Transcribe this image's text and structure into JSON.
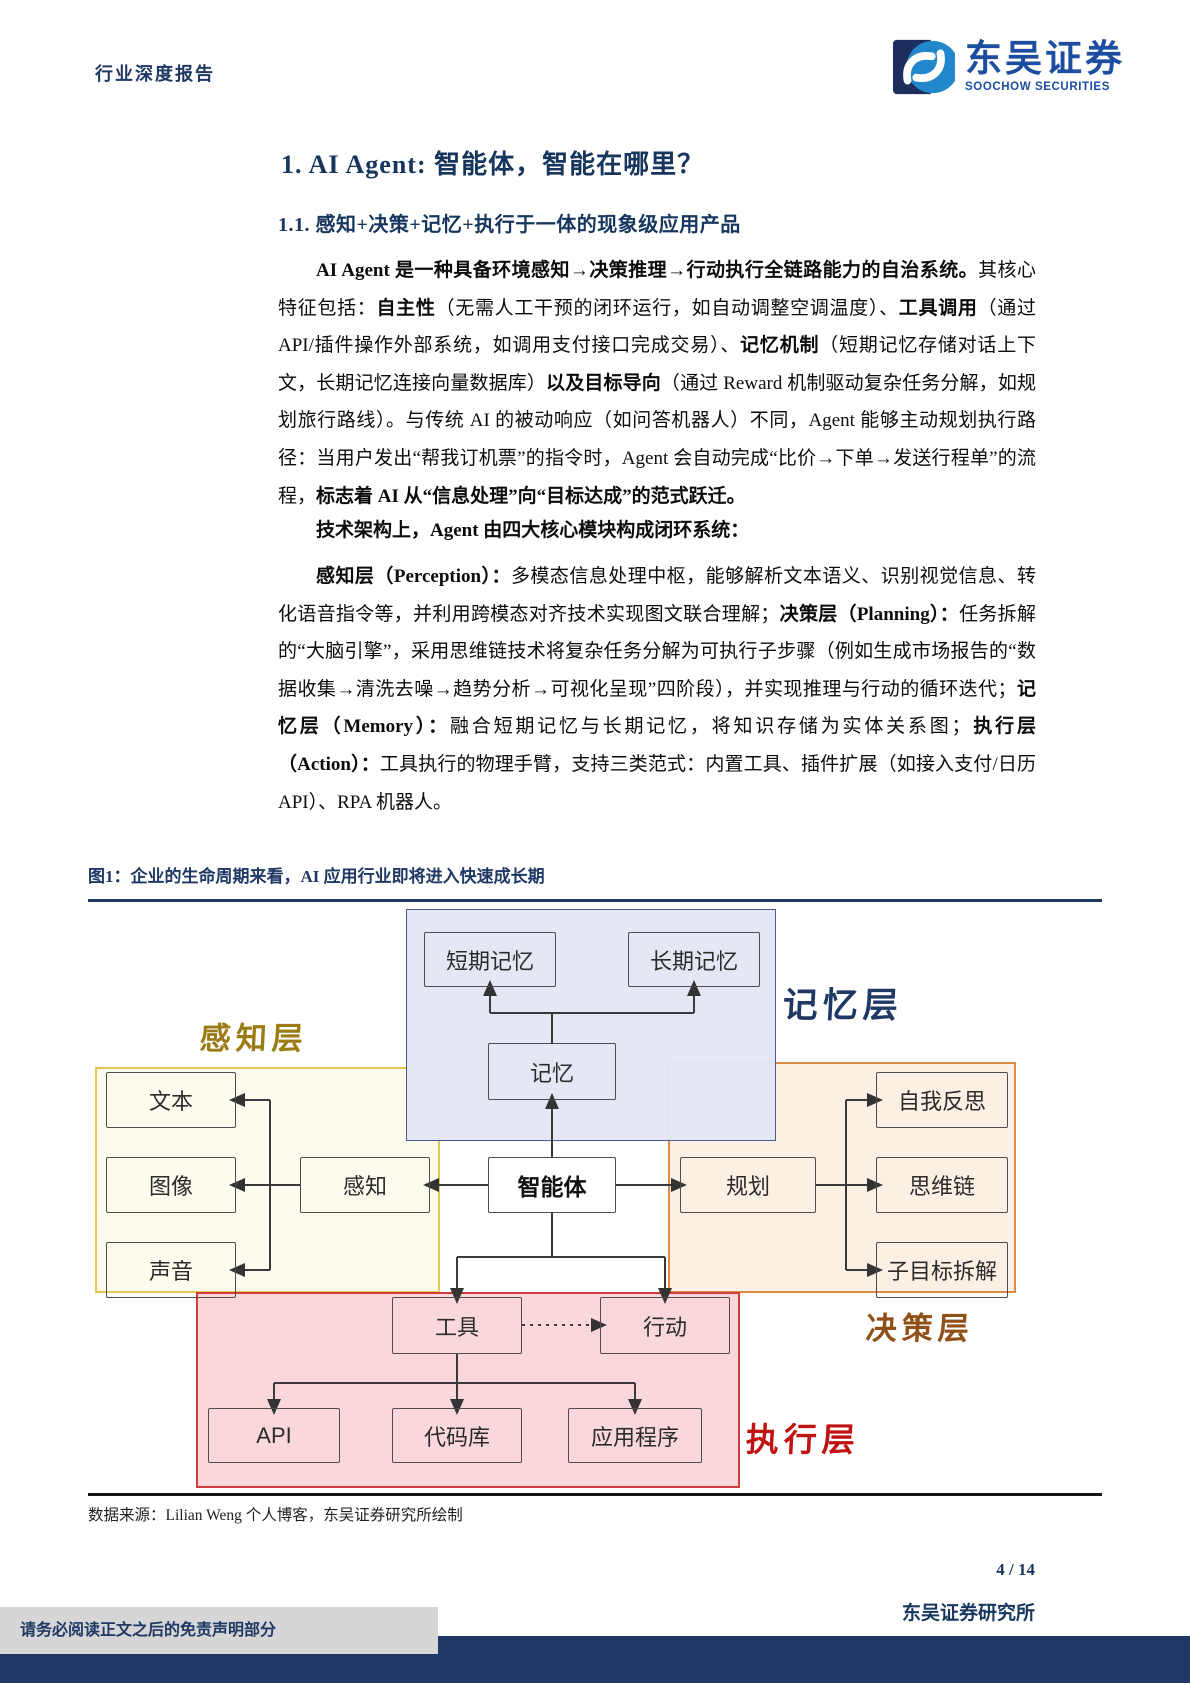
{
  "header": {
    "report_type": "行业深度报告",
    "brand": "东吴证券",
    "brand_en": "SOOCHOW SECURITIES"
  },
  "title": "1.  AI Agent:  智能体，智能在哪里？",
  "section_heading": "1.1.  感知+决策+记忆+执行于一体的现象级应用产品",
  "paragraphs": [
    {
      "segments": [
        {
          "bold": true,
          "text": "AI Agent 是一种具备环境感知→决策推理→行动执行全链路能力的自治系统。"
        },
        {
          "bold": false,
          "text": "其核心特征包括："
        },
        {
          "bold": true,
          "text": "自主性"
        },
        {
          "bold": false,
          "text": "（无需人工干预的闭环运行，如自动调整空调温度）、"
        },
        {
          "bold": true,
          "text": "工具调用"
        },
        {
          "bold": false,
          "text": "（通过 API/插件操作外部系统，如调用支付接口完成交易）、"
        },
        {
          "bold": true,
          "text": "记忆机制"
        },
        {
          "bold": false,
          "text": "（短期记忆存储对话上下文，长期记忆连接向量数据库）"
        },
        {
          "bold": true,
          "text": "以及目标导向"
        },
        {
          "bold": false,
          "text": "（通过 Reward 机制驱动复杂任务分解，如规划旅行路线）。与传统 AI 的被动响应（如问答机器人）不同，Agent 能够主动规划执行路径：当用户发出“帮我订机票”的指令时，Agent 会自动完成“比价→下单→发送行程单”的流程，"
        },
        {
          "bold": true,
          "text": "标志着 AI 从“信息处理”向“目标达成”的范式跃迁。"
        }
      ]
    },
    {
      "segments": [
        {
          "bold": true,
          "text": "技术架构上，Agent 由四大核心模块构成闭环系统："
        }
      ]
    },
    {
      "segments": [
        {
          "bold": true,
          "text": "感知层（Perception）："
        },
        {
          "bold": false,
          "text": "多模态信息处理中枢，能够解析文本语义、识别视觉信息、转化语音指令等，并利用跨模态对齐技术实现图文联合理解；"
        },
        {
          "bold": true,
          "text": "决策层（Planning）："
        },
        {
          "bold": false,
          "text": "任务拆解的“大脑引擎”，采用思维链技术将复杂任务分解为可执行子步骤（例如生成市场报告的“数据收集→清洗去噪→趋势分析→可视化呈现”四阶段），并实现推理与行动的循环迭代；"
        },
        {
          "bold": true,
          "text": "记忆层（Memory）："
        },
        {
          "bold": false,
          "text": "融合短期记忆与长期记忆，将知识存储为实体关系图；"
        },
        {
          "bold": true,
          "text": "执行层（Action）："
        },
        {
          "bold": false,
          "text": "工具执行的物理手臂，支持三类范式：内置工具、插件扩展（如接入支付/日历 API）、RPA 机器人。"
        }
      ]
    }
  ],
  "figure": {
    "caption": "图1：企业的生命周期来看，AI 应用行业即将进入快速成长期",
    "source": "数据来源：Lilian Weng 个人博客，东吴证券研究所绘制",
    "layers": {
      "perception": "感知层",
      "memory": "记忆层",
      "planning": "决策层",
      "action": "执行层"
    },
    "nodes": {
      "short_term_memory": "短期记忆",
      "long_term_memory": "长期记忆",
      "memory": "记忆",
      "text": "文本",
      "image": "图像",
      "sound": "声音",
      "perceive": "感知",
      "agent": "智能体",
      "plan": "规划",
      "self_reflection": "自我反思",
      "chain_of_thought": "思维链",
      "subgoal_decomposition": "子目标拆解",
      "tool": "工具",
      "action": "行动",
      "api": "API",
      "code_library": "代码库",
      "application": "应用程序"
    }
  },
  "footer": {
    "page_display": "4  /  14",
    "institute": "东吴证券研究所",
    "disclaimer": "请务必阅读正文之后的免责声明部分"
  },
  "colors": {
    "navy": "#1f3864",
    "brand_blue": "#1c4da1",
    "memory_region_fill": "#e3e8f5",
    "memory_region_border": "#44549a",
    "perception_region_fill": "#fdfaee",
    "perception_region_border": "#e7c64f",
    "planning_region_fill": "#fcefe3",
    "planning_region_border": "#df8a45",
    "action_region_fill": "#f9d7da",
    "action_region_border": "#d23c3c",
    "perception_label": "#9a7b16",
    "memory_label": "#1f3864",
    "planning_label": "#8f5117",
    "action_label": "#c11212"
  }
}
